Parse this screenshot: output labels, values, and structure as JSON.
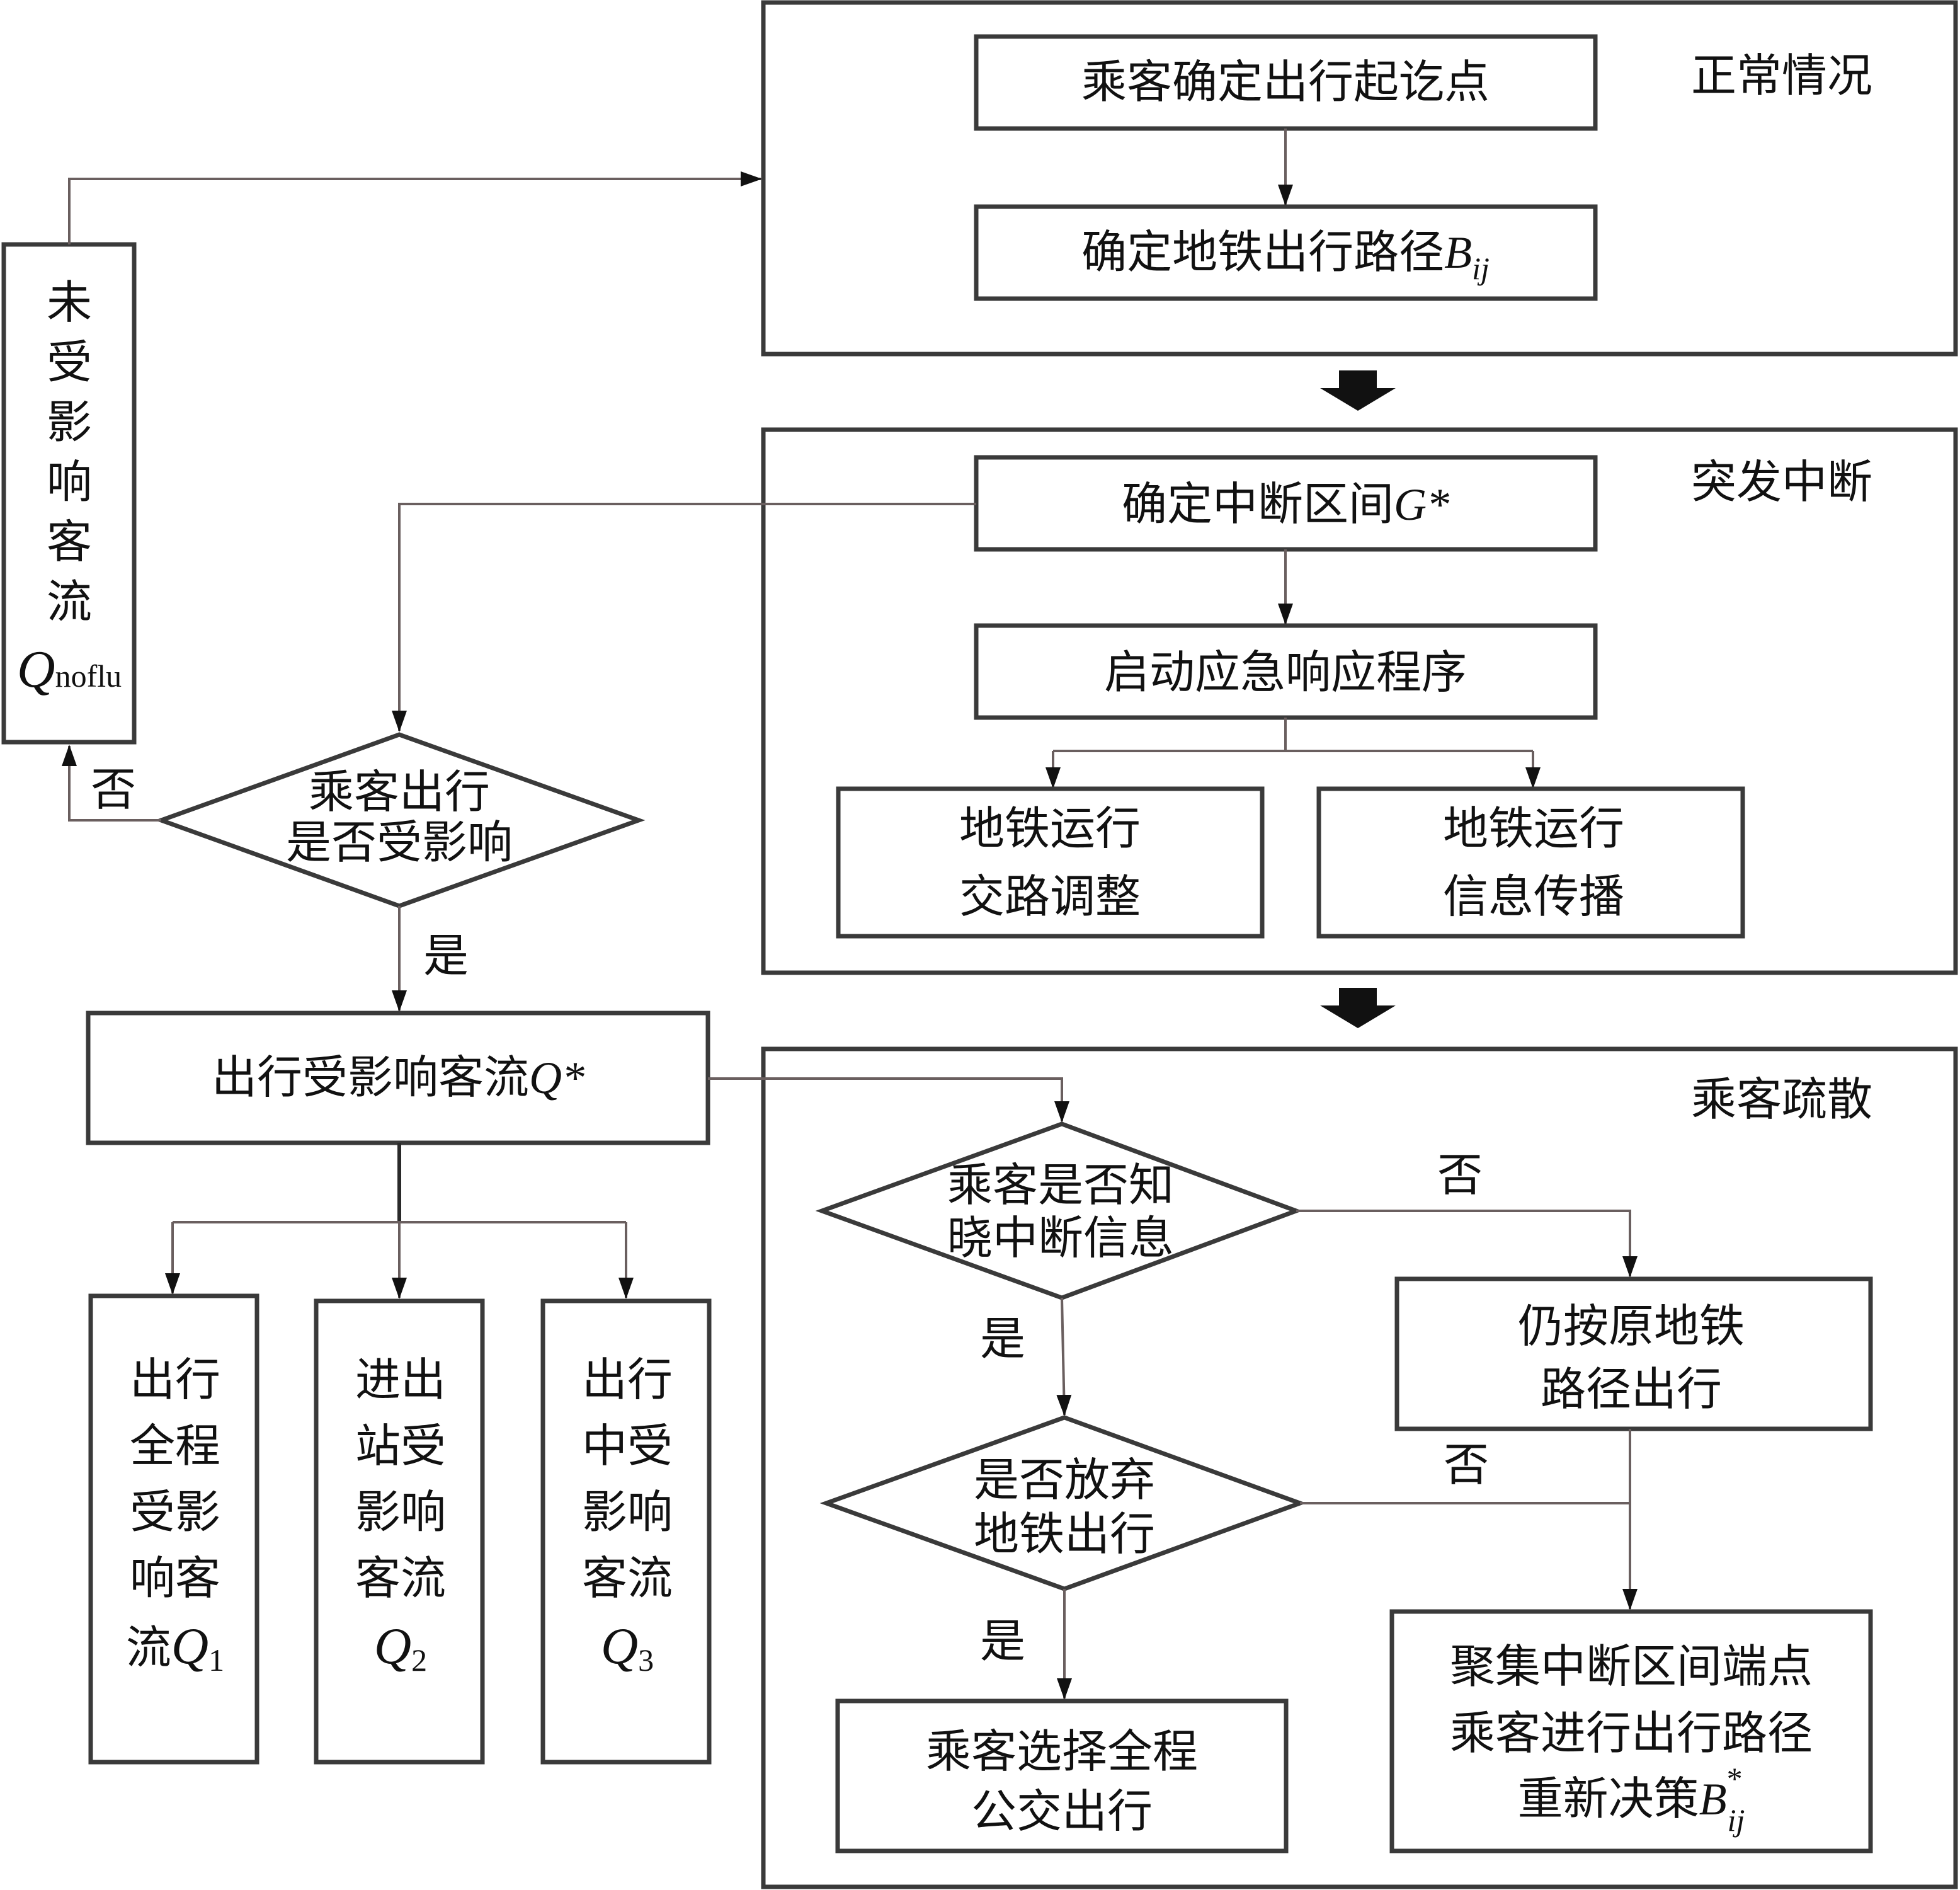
{
  "sections": {
    "normal": "正常情况",
    "interruption": "突发中断",
    "evacuation": "乘客疏散"
  },
  "nodes": {
    "od": "乘客确定出行起讫点",
    "route_text": "确定地铁出行路径",
    "route_var": "B",
    "route_sub": "ij",
    "interval_text": "确定中断区间",
    "interval_var": "G*",
    "emergency": "启动应急响应程序",
    "adjust_l1": "地铁运行",
    "adjust_l2": "交路调整",
    "info_l1": "地铁运行",
    "info_l2": "信息传播",
    "unaffected_chars": [
      "未",
      "受",
      "影",
      "响",
      "客",
      "流"
    ],
    "unaffected_var": "Q",
    "unaffected_sub": "noflu",
    "affected_q_l1": "乘客出行",
    "affected_q_l2": "是否受影响",
    "affected_text": "出行受影响客流",
    "affected_var": "Q*",
    "q1_lines": [
      "出行",
      "全程",
      "受影",
      "响客"
    ],
    "q1_last": "流",
    "q1_var": "Q",
    "q1_sub": "1",
    "q2_lines": [
      "进出",
      "站受",
      "影响",
      "客流"
    ],
    "q2_var": "Q",
    "q2_sub": "2",
    "q3_lines": [
      "出行",
      "中受",
      "影响",
      "客流"
    ],
    "q3_var": "Q",
    "q3_sub": "3",
    "know_l1": "乘客是否知",
    "know_l2": "晓中断信息",
    "abandon_l1": "是否放弃",
    "abandon_l2": "地铁出行",
    "keep_l1": "仍按原地铁",
    "keep_l2": "路径出行",
    "bus_l1": "乘客选择全程",
    "bus_l2": "公交出行",
    "redecide_l1": "聚集中断区间端点",
    "redecide_l2": "乘客进行出行路径",
    "redecide_l3": "重新决策",
    "redecide_var": "B",
    "redecide_sup": "*",
    "redecide_sub": "ij"
  },
  "labels": {
    "no": "否",
    "yes": "是"
  }
}
